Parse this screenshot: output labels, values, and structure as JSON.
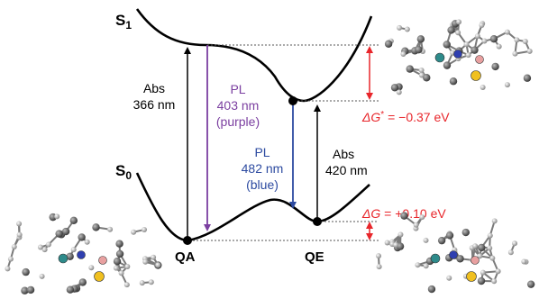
{
  "states": {
    "s1": {
      "letter": "S",
      "sub": "1"
    },
    "s0": {
      "letter": "S",
      "sub": "0"
    }
  },
  "points": {
    "qa": "QA",
    "qe": "QE"
  },
  "transitions": {
    "abs_qa": {
      "line1": "Abs",
      "line2": "366 nm"
    },
    "pl_purple": {
      "line1": "PL",
      "line2": "403 nm",
      "line3": "(purple)"
    },
    "pl_blue": {
      "line1": "PL",
      "line2": "482 nm",
      "line3": "(blue)"
    },
    "abs_qe": {
      "line1": "Abs",
      "line2": "420 nm"
    }
  },
  "energies": {
    "delta_g_star": {
      "symbol": "ΔG",
      "mark": "*",
      "value": " = −0.37 eV"
    },
    "delta_g": {
      "symbol": "ΔG",
      "mark": "",
      "value": " = +0.10 eV"
    }
  },
  "colors": {
    "black": "#000000",
    "purple": "#7b3fa0",
    "blue": "#2c4aa0",
    "red": "#e8262b",
    "gray": "#555555"
  },
  "molecules": [
    "molecule-qa-s1-model",
    "molecule-qe-s1-model",
    "molecule-qa-s0-model",
    "molecule-qe-s0-model"
  ]
}
